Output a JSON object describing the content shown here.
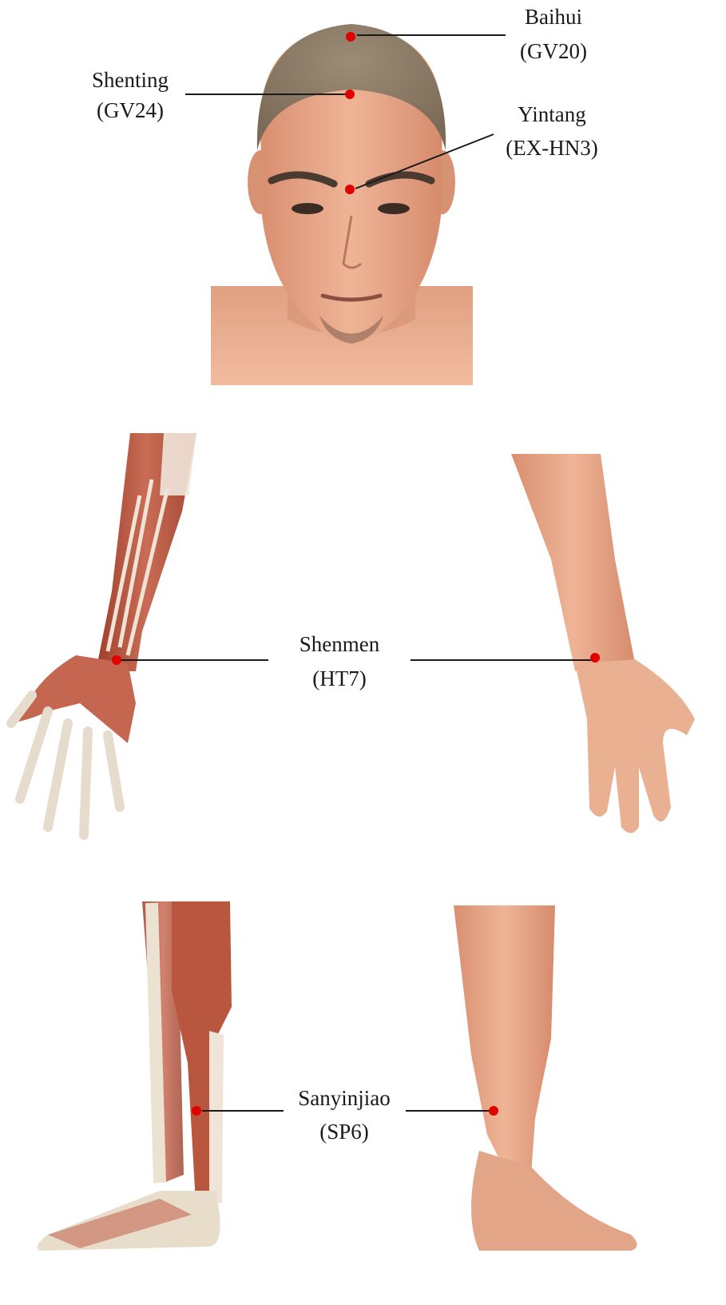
{
  "acupoints": {
    "baihui": {
      "name": "Baihui",
      "code": "(GV20)"
    },
    "shenting": {
      "name": "Shenting",
      "code": "(GV24)"
    },
    "yintang": {
      "name": "Yintang",
      "code": "(EX-HN3)"
    },
    "shenmen": {
      "name": "Shenmen",
      "code": "(HT7)"
    },
    "sanyinjiao": {
      "name": "Sanyinjiao",
      "code": "(SP6)"
    }
  },
  "colors": {
    "point": "#e00000",
    "leader": "#1a1a1a",
    "skin": "#e9a888",
    "hair": "#8f7f69",
    "muscle": "#b85a45",
    "bone": "#ece2d2"
  }
}
